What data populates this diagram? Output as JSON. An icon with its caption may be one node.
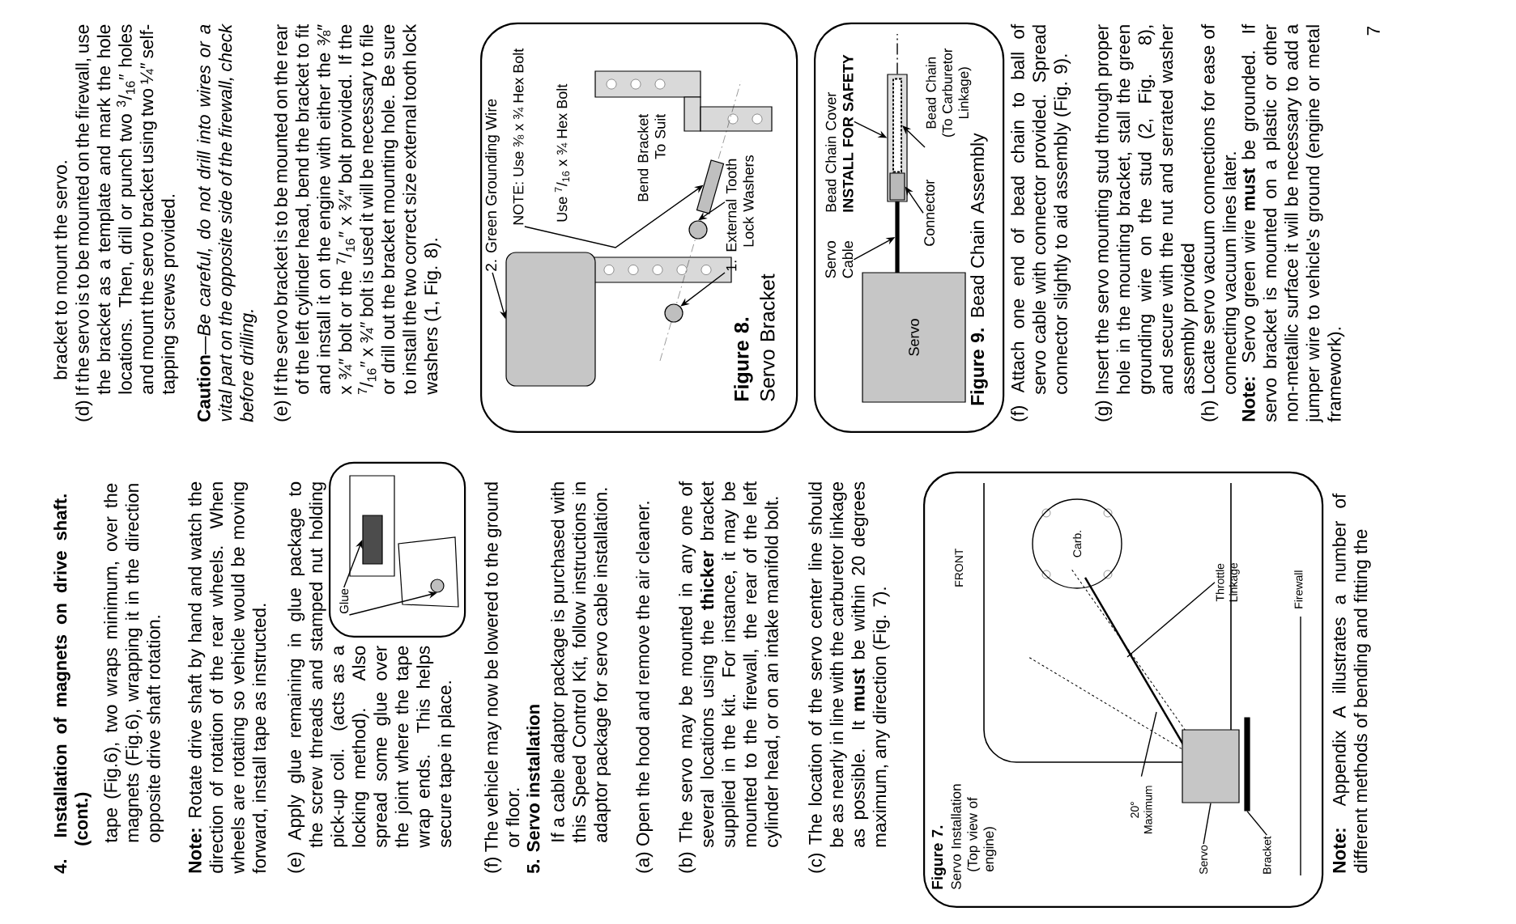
{
  "diagram": {
    "nodes": [
      {
        "text": [],
        "shape": "box"
      },
      {
        "text": [
          "Glue"
        ],
        "in": 0
      },
      {
        "text": [
          "Figure 7.",
          "Servo Installation (Top view of engine)"
        ]
      },
      {
        "text": [
          "FRONT"
        ],
        "in": 2
      },
      {
        "text": [
          "Carb."
        ],
        "in": 2
      },
      {
        "text": [
          "Throttle Linkage"
        ],
        "in": 2
      },
      {
        "text": [
          "20° Maximum"
        ],
        "in": 2
      },
      {
        "text": [
          "Servo"
        ],
        "in": 2
      },
      {
        "text": [
          "Bracket"
        ],
        "in": 2
      },
      {
        "text": [
          "Firewall"
        ],
        "in": 2
      },
      {
        "text": [
          "Figure 8.",
          "Servo Bracket"
        ]
      },
      {
        "text": [
          "2. Green Grounding Wire"
        ],
        "in": 10
      },
      {
        "text": [
          "NOTE: Use ⅜ x ¾ Hex Bolt"
        ],
        "in": 10
      },
      {
        "text": [
          "Use $^{7}$/$_{16}$ x ¾ Hex Bolt"
        ],
        "in": 10
      },
      {
        "text": [
          "Bend Bracket To Suit"
        ],
        "in": 10
      },
      {
        "text": [
          "1. External Tooth Lock Washers"
        ],
        "in": 10
      },
      {
        "text": [
          "**Figure 9.** Bead Chain Assembly"
        ]
      },
      {
        "text": [
          "Servo Cable"
        ],
        "in": 16
      },
      {
        "text": [
          "Bead Chain Cover",
          "INSTALL FOR SAFETY"
        ],
        "in": 16
      },
      {
        "text": [
          "Connector"
        ],
        "in": 16
      },
      {
        "text": [
          "Bead Chain (To Carburetor Linkage)"
        ],
        "in": 16
      },
      {
        "text": [
          "Servo"
        ],
        "in": 16
      },
      {
        "text": [],
        "shape": "box",
        "in": 0
      },
      {
        "text": [],
        "shape": "circle",
        "in": 0
      },
      {
        "text": [],
        "shape": "box",
        "in": 2
      },
      {
        "text": [],
        "shape": "bar",
        "in": 2
      },
      {
        "text": [],
        "shape": "cylinder",
        "in": 10
      },
      {
        "text": [],
        "shape": "picture",
        "in": 10
      },
      {
        "text": [],
        "shape": "circle",
        "in": 10
      },
      {
        "text": [],
        "shape": "circle",
        "in": 10
      },
      {
        "text": [],
        "shape": "bar",
        "in": 16
      },
      {
        "text": [],
        "shape": "bar",
        "in": 16
      },
      {
        "text": [],
        "shape": "bar",
        "in": 31
      },
      {
        "text": [],
        "shape": "box",
        "in": 31
      }
    ],
    "edges": [
      {
        "from": 1,
        "to": 22,
        "arrow": "to"
      },
      {
        "from": 1,
        "to": 23,
        "arrow": "to"
      },
      {
        "from": 5,
        "to": null,
        "arrow": "none"
      },
      {
        "from": 6,
        "to": null,
        "arrow": "none"
      },
      {
        "from": 7,
        "to": 24,
        "arrow": "none"
      },
      {
        "from": 8,
        "to": 25,
        "arrow": "none"
      },
      {
        "from": 11,
        "to": 26,
        "arrow": "to"
      },
      {
        "from": 12,
        "to": 27,
        "arrow": "to"
      },
      {
        "from": 15,
        "to": 29,
        "arrow": "to"
      },
      {
        "from": 15,
        "to": 28,
        "arrow": "to"
      },
      {
        "from": 17,
        "to": 30,
        "arrow": "to"
      },
      {
        "from": 18,
        "to": 31,
        "arrow": "to"
      },
      {
        "from": 19,
        "to": 33,
        "arrow": "to"
      },
      {
        "from": 20,
        "to": 32,
        "arrow": "to"
      },
      {
        "from": 31,
        "to": null,
        "arrow": "none",
        "style": "dashed"
      }
    ],
    "labels": [
      "4. Installation of magnets on drive shaft. (cont.)",
      "tape (Fig.6), two wraps minimum, over the magnets (Fig.6), wrapping it in the direction opposite drive shaft rotation.",
      "**Note:** Rotate drive shaft by hand and watch the direction of rotation of the rear wheels. When wheels are rotating so vehicle would be moving forward, install tape as instructed.",
      "(e) Apply glue remaining in glue package to the screw threads and stamped nut holding pick-up coil. (acts as a locking method). Also spread some glue over the joint where the tape wrap ends. This helps secure tape in place.",
      "(f) The vehicle may now be lowered to the ground or floor.",
      "5. Servo installation",
      "If a cable adaptor package is purchased with this Speed Control Kit, follow instructions in adaptor package for servo cable installation.",
      "(a) Open the hood and remove the air cleaner.",
      "(b) The servo may be mounted in any one of several locations using the **thicker** bracket supplied in the kit. For instance, it may be mounted to the firewall, the rear of the left cylinder head, or on an intake manifold bolt.",
      "(c) The location of the servo center line should be as nearly in line with the carburetor linkage as possible. It **must** be within 20 degrees maximum, any direction (Fig. 7).",
      "**Note:** Appendix A illustrates a number of different methods of bending and fitting the",
      "bracket to mount the servo.",
      "(d) If the servo is to be mounted on the firewall, use the bracket as a template and mark the hole locations. Then, drill or punch two $^{3}$/$_{16}$″ holes and mount the servo bracket using two ¼″ self-tapping screws provided.",
      "**Caution**—*Be careful, do not drill into wires or a vital part on the opposite side of the firewall, check before drilling.*",
      "(e) If the servo bracket is to be mounted on the rear of the left cylinder head, bend the bracket to fit and install it on the engine with either the ⅜″ x ¾″ bolt or the $^{7}$/$_{16}$″ x ¾″ bolt provided. If the $^{7}$/$_{16}$″ x ¾″ bolt is used it will be necessary to file or drill out the bracket mounting hole. Be sure to install the two correct size external tooth lock washers (1, Fig. 8).",
      "(f) Attach one end of bead chain to ball of servo cable with connector provided. Spread connector slightly to aid assembly (Fig. 9).",
      "(g) Insert the servo mounting stud through proper hole in the mounting bracket, stall the green grounding wire on the stud (2, Fig. 8), and secure with the nut and serrated washer assembly provided",
      "(h) Locate servo vacuum connections for ease of connecting vacuum lines later.",
      "**Note:** Servo green wire **must** be grounded. If servo bracket is mounted on a plastic or other non-metallic surface it will be necessary to add a jumper wire to vehicle's ground (engine or metal framework).",
      "7"
    ]
  }
}
